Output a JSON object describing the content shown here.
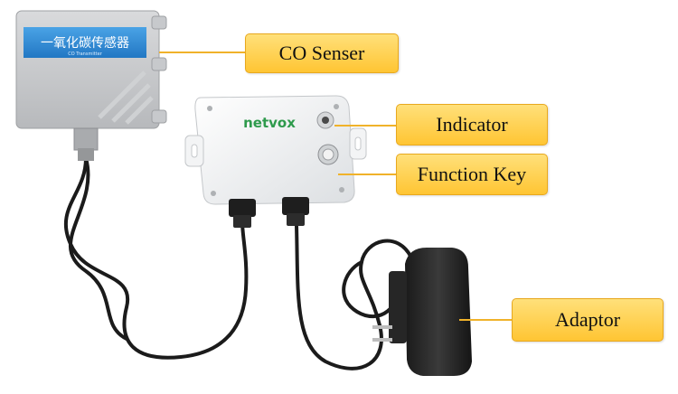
{
  "co_sensor": {
    "label_cn": "一氧化碳传感器",
    "label_en": "CO Transmitter"
  },
  "device": {
    "brand": "netvox"
  },
  "callouts": {
    "co_sensor": "CO Senser",
    "indicator": "Indicator",
    "function_key": "Function Key",
    "adaptor": "Adaptor"
  },
  "colors": {
    "callout_fill": "#ffd04f",
    "callout_border": "#e8a81e",
    "brand_green": "#2e9a4c",
    "sensor_label_blue": "#2f8fd8"
  }
}
